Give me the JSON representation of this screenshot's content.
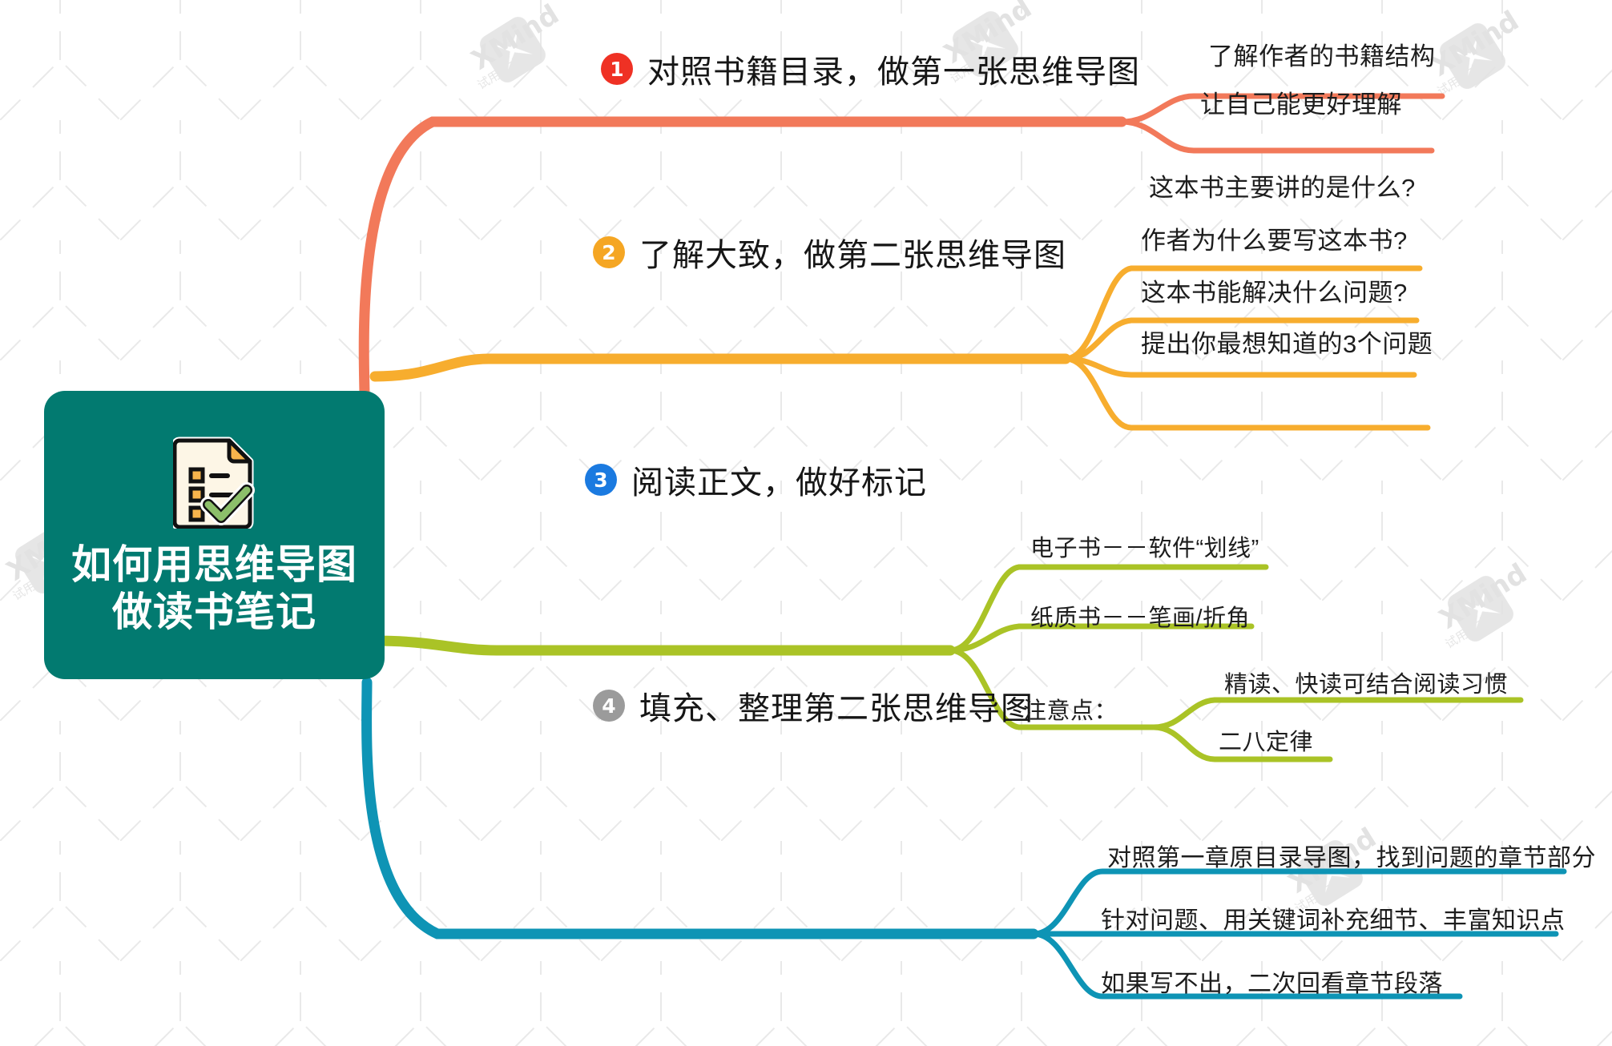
{
  "app": {
    "watermark": "XMind",
    "watermark_sub": "试用模式"
  },
  "central": {
    "title_line1": "如何用思维导图",
    "title_line2": "做读书笔记",
    "icon": "checklist-document-icon",
    "color": "#027a70"
  },
  "branches": [
    {
      "number": "1",
      "badge_color": "#ef3124",
      "line_color": "#f2795a",
      "label": "对照书籍目录，做第一张思维导图",
      "children": [
        {
          "label": "了解作者的书籍结构"
        },
        {
          "label": "让自己能更好理解"
        }
      ]
    },
    {
      "number": "2",
      "badge_color": "#f5a623",
      "line_color": "#f7ad2e",
      "label": "了解大致，做第二张思维导图",
      "children": [
        {
          "label": "这本书主要讲的是什么?"
        },
        {
          "label": "作者为什么要写这本书?"
        },
        {
          "label": "这本书能解决什么问题?"
        },
        {
          "label": "提出你最想知道的3个问题"
        }
      ]
    },
    {
      "number": "3",
      "badge_color": "#1b7ae0",
      "line_color": "#aac326",
      "label": "阅读正文，做好标记",
      "children": [
        {
          "label": "电子书－－软件“划线”"
        },
        {
          "label": "纸质书－－笔画/折角"
        },
        {
          "label": "注意点：",
          "children": [
            {
              "label": "精读、快读可结合阅读习惯"
            },
            {
              "label": "二八定律"
            }
          ]
        }
      ]
    },
    {
      "number": "4",
      "badge_color": "#9b9b9b",
      "line_color": "#0e94b5",
      "label": "填充、整理第二张思维导图",
      "children": [
        {
          "label": "对照第一章原目录导图，找到问题的章节部分"
        },
        {
          "label": "针对问题、用关键词补充细节、丰富知识点"
        },
        {
          "label": "如果写不出，二次回看章节段落"
        }
      ]
    }
  ]
}
